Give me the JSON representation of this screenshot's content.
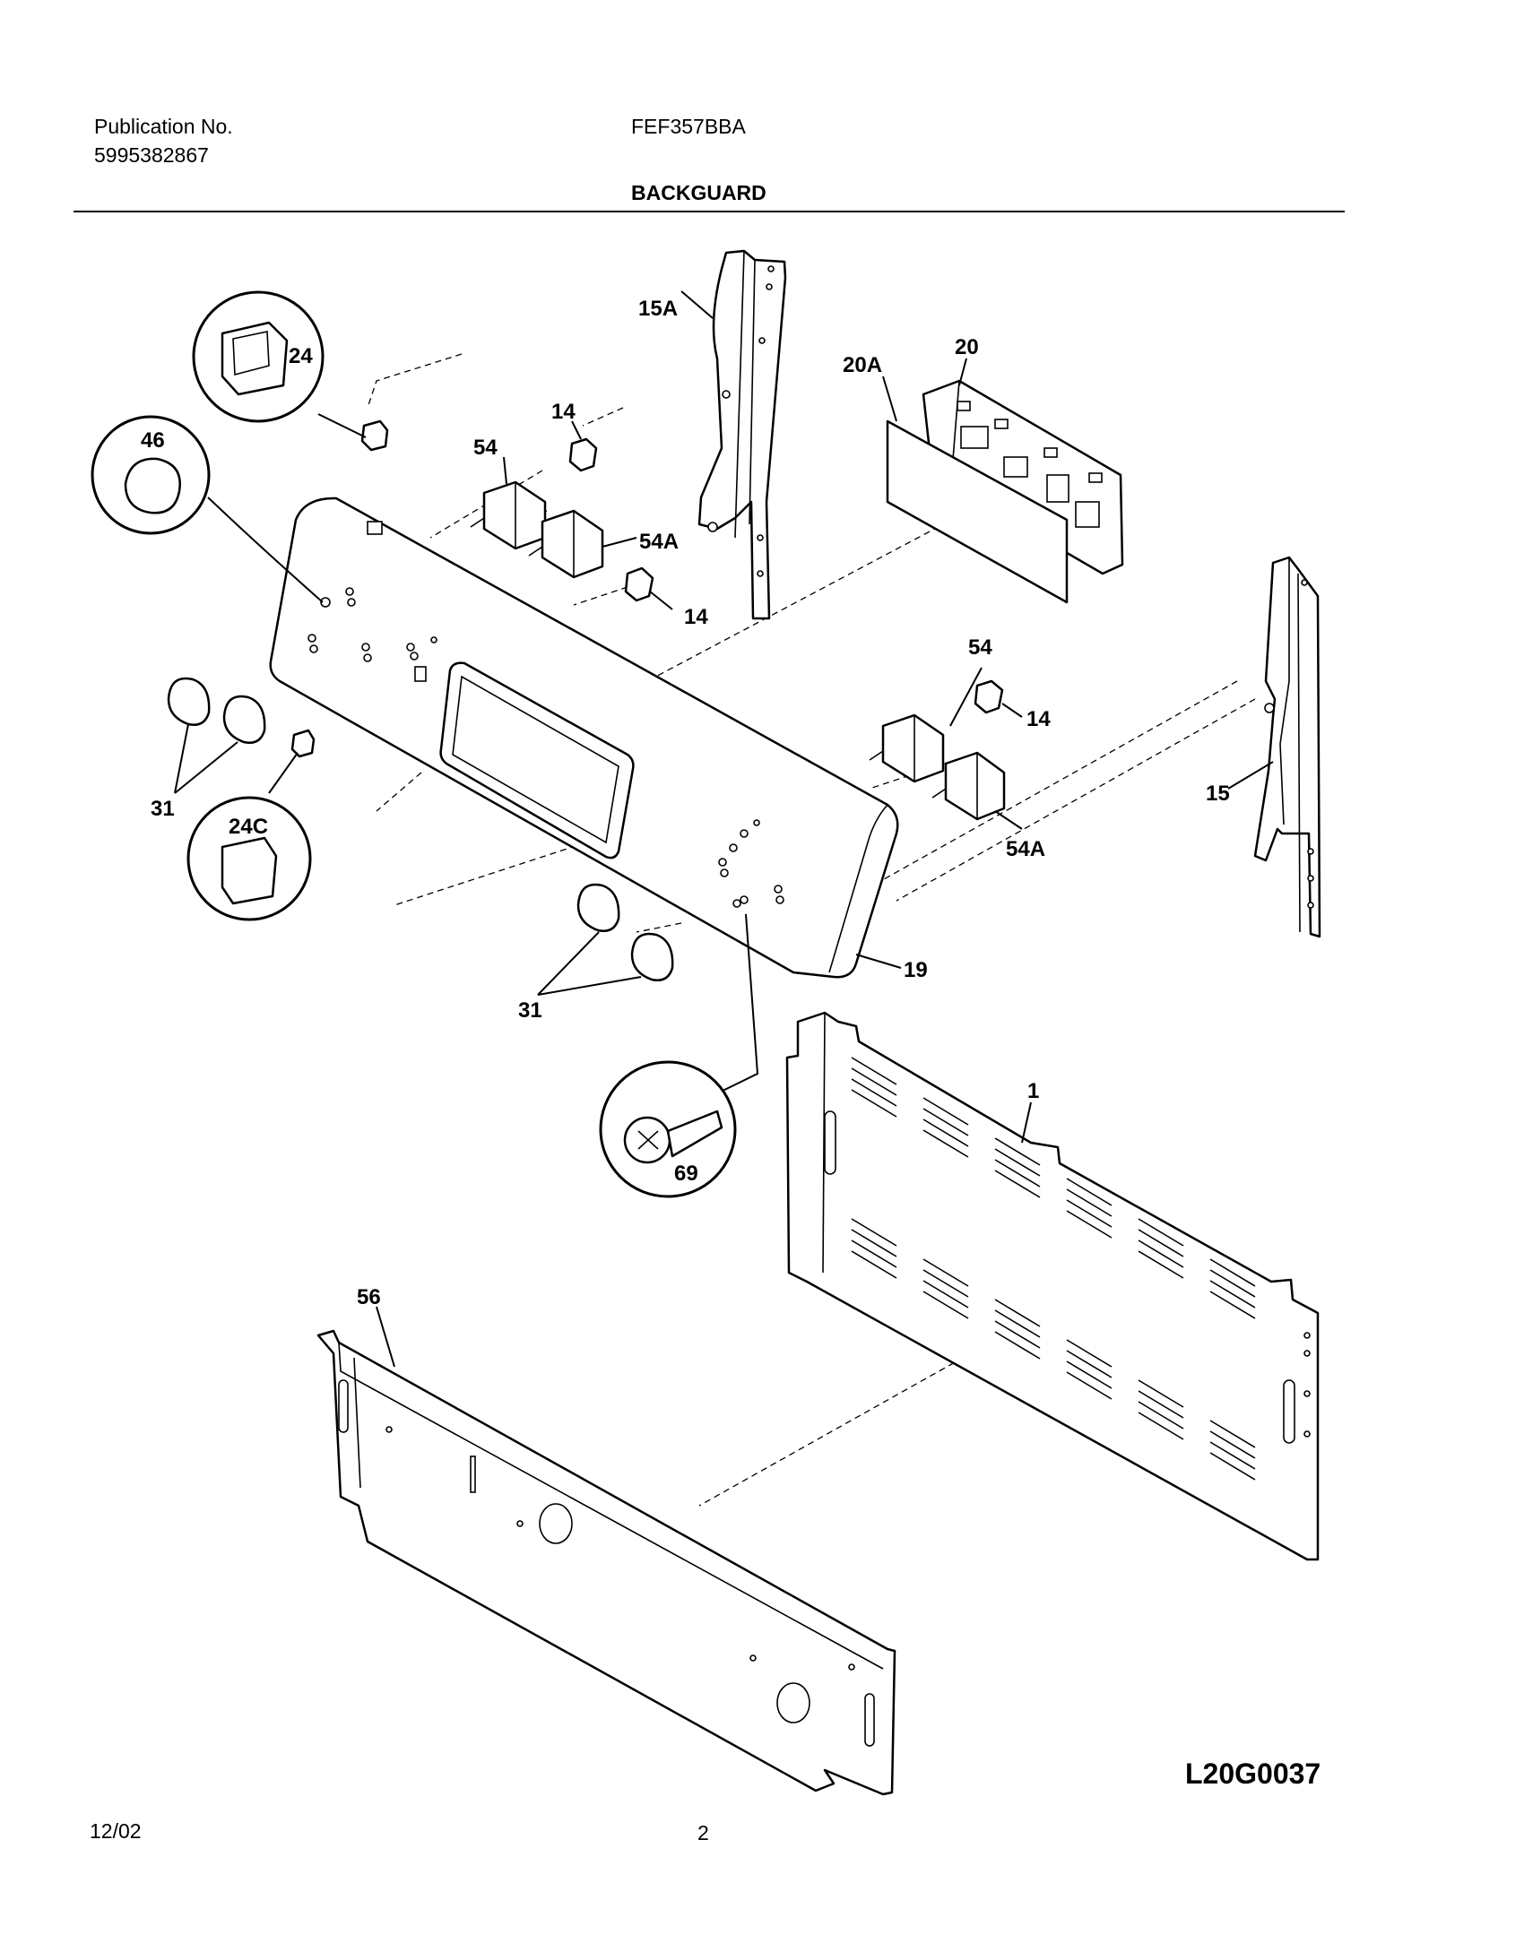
{
  "header": {
    "publication_label": "Publication No.",
    "publication_number": "5995382867",
    "model": "FEF357BBA",
    "section_title": "BACKGUARD"
  },
  "callouts": {
    "c15A": "15A",
    "c14a": "14",
    "c54a": "54",
    "c54Aa": "54A",
    "c14b": "14",
    "c20": "20",
    "c20A": "20A",
    "c24": "24",
    "c46": "46",
    "c54b": "54",
    "c14c": "14",
    "c54Ab": "54A",
    "c15": "15",
    "c31a": "31",
    "c24C": "24C",
    "c19": "19",
    "c31b": "31",
    "c69": "69",
    "c1": "1",
    "c56": "56"
  },
  "diagram_code": "L20G0037",
  "footer": {
    "date": "12/02",
    "page": "2"
  }
}
